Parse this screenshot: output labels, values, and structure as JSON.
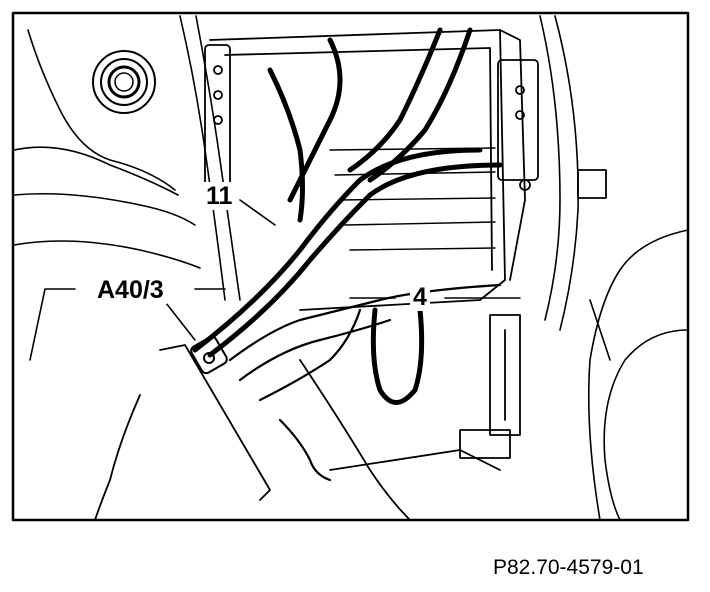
{
  "diagram": {
    "callouts": {
      "label_11": "11",
      "label_a403": "A40/3",
      "label_4": "4"
    },
    "figure_id": "P82.70-4579-01",
    "colors": {
      "ink": "#000000",
      "paper": "#ffffff"
    }
  }
}
